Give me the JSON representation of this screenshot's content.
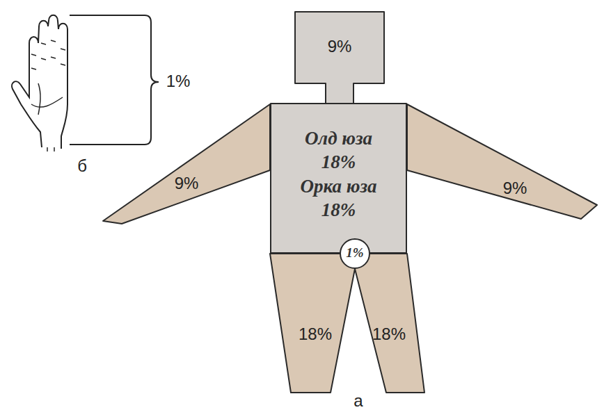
{
  "diagram": {
    "nodes": [
      {
        "text": [
          "9%"
        ]
      },
      {
        "text": [
          "9%"
        ]
      },
      {
        "text": [
          "Олд юза 18%",
          "Орка юза 18%"
        ]
      },
      {
        "text": [
          "9%"
        ]
      },
      {
        "text": [
          "1%"
        ]
      },
      {
        "text": [
          "18%"
        ]
      },
      {
        "text": [
          "18%"
        ]
      }
    ],
    "labels": [
      "1%",
      "б",
      "а"
    ]
  }
}
